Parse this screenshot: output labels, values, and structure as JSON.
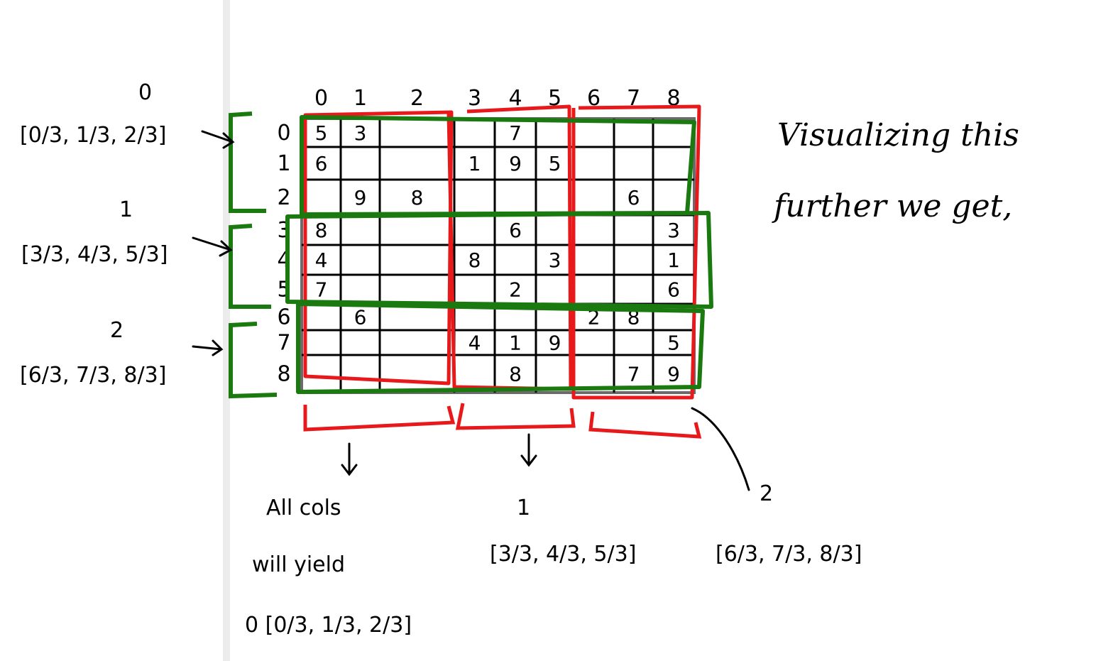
{
  "note": {
    "line1": "Visualizing this",
    "line2": "further we get,"
  },
  "column_labels": [
    "0",
    "1",
    "2",
    "3",
    "4",
    "5",
    "6",
    "7",
    "8"
  ],
  "row_labels": [
    "0",
    "1",
    "2",
    "3",
    "4",
    "5",
    "6",
    "7",
    "8"
  ],
  "row_groups": [
    {
      "index": "0",
      "fractions": "[0/3, 1/3, 2/3]"
    },
    {
      "index": "1",
      "fractions": "[3/3, 4/3, 5/3]"
    },
    {
      "index": "2",
      "fractions": "[6/3, 7/3, 8/3]"
    }
  ],
  "col_groups": [
    {
      "index": "0",
      "fractions": "0 [0/3, 1/3, 2/3]",
      "prefix_line1": "All cols",
      "prefix_line2": "will yield"
    },
    {
      "index": "1",
      "fractions": "[3/3, 4/3, 5/3]"
    },
    {
      "index": "2",
      "fractions": "[6/3, 7/3, 8/3]"
    }
  ],
  "grid": [
    [
      "5",
      "3",
      "",
      "",
      "7",
      "",
      "",
      "",
      ""
    ],
    [
      "6",
      "",
      "",
      "1",
      "9",
      "5",
      "",
      "",
      ""
    ],
    [
      "",
      "9",
      "8",
      "",
      "",
      "",
      "",
      "6",
      ""
    ],
    [
      "8",
      "",
      "",
      "",
      "6",
      "",
      "",
      "",
      "3"
    ],
    [
      "4",
      "",
      "",
      "8",
      "",
      "3",
      "",
      "",
      "1"
    ],
    [
      "7",
      "",
      "",
      "",
      "2",
      "",
      "",
      "",
      "6"
    ],
    [
      "",
      "6",
      "",
      "",
      "",
      "",
      "2",
      "8",
      ""
    ],
    [
      "",
      "",
      "",
      "4",
      "1",
      "9",
      "",
      "",
      "5"
    ],
    [
      "",
      "",
      "",
      "",
      "8",
      "",
      "",
      "7",
      "9"
    ]
  ],
  "colors": {
    "row_box": "#1a7a10",
    "col_box": "#e8191b",
    "grid_line": "#000000",
    "grid_border": "#6b6b6b"
  }
}
